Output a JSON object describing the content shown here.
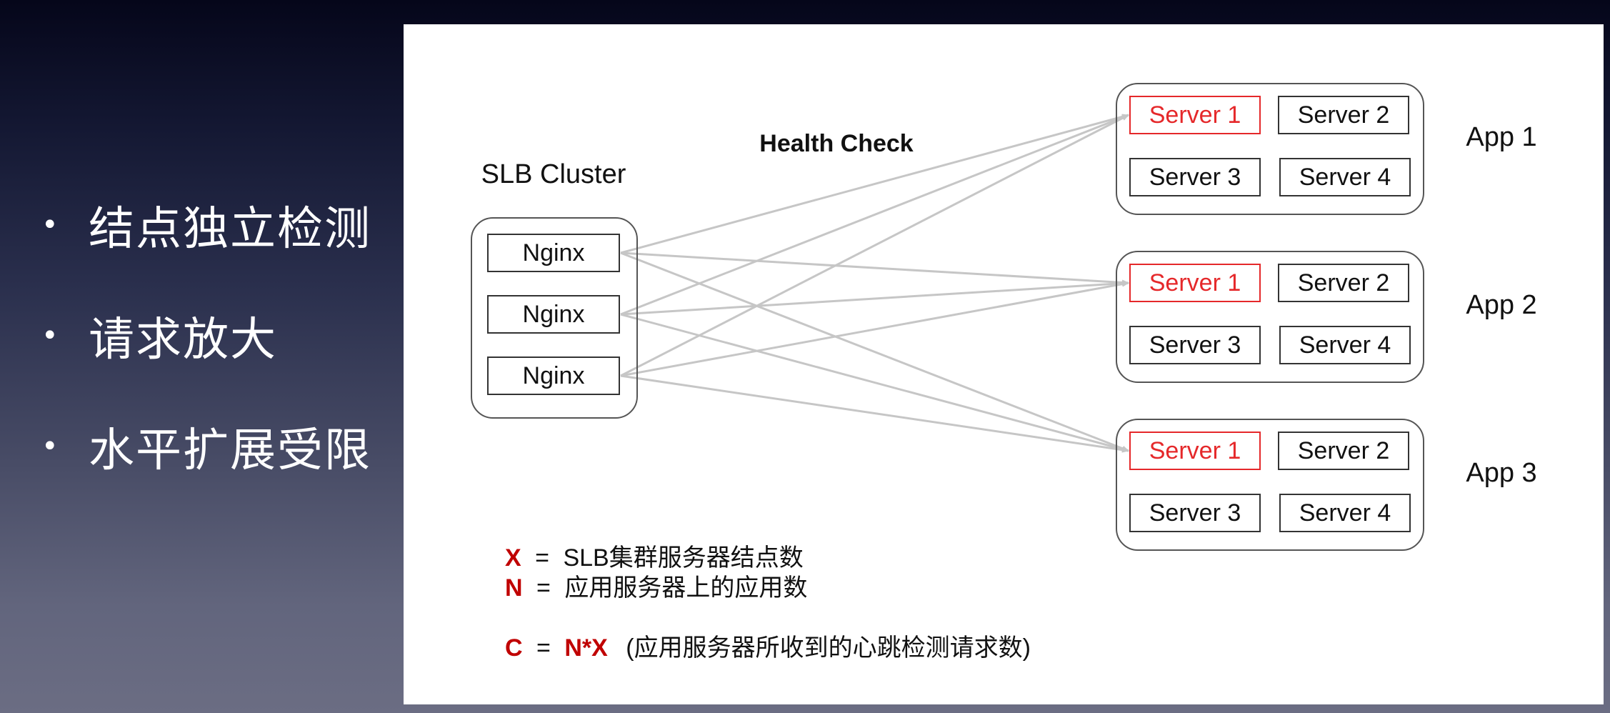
{
  "bullets": [
    {
      "text": "结点独立检测"
    },
    {
      "text": "请求放大"
    },
    {
      "text": "水平扩展受限"
    }
  ],
  "diagram": {
    "health_check_label": "Health Check",
    "slb_cluster_label": "SLB Cluster",
    "nginx_nodes": [
      {
        "label": "Nginx"
      },
      {
        "label": "Nginx"
      },
      {
        "label": "Nginx"
      }
    ],
    "apps": [
      {
        "label": "App 1",
        "servers": [
          "Server 1",
          "Server 2",
          "Server 3",
          "Server 4"
        ]
      },
      {
        "label": "App 2",
        "servers": [
          "Server 1",
          "Server 2",
          "Server 3",
          "Server 4"
        ]
      },
      {
        "label": "App 3",
        "servers": [
          "Server 1",
          "Server 2",
          "Server 3",
          "Server 4"
        ]
      }
    ],
    "legend": {
      "x_var": "X",
      "x_desc": "SLB集群服务器结点数",
      "n_var": "N",
      "n_desc": "应用服务器上的应用数",
      "c_var": "C",
      "c_formula": "N*X",
      "c_desc": "(应用服务器所收到的心跳检测请求数)",
      "equals": "="
    },
    "colors": {
      "highlight": "#e5282a",
      "formula_red": "#c00000",
      "connector": "#c6c6c6",
      "box_border": "#333333"
    }
  }
}
